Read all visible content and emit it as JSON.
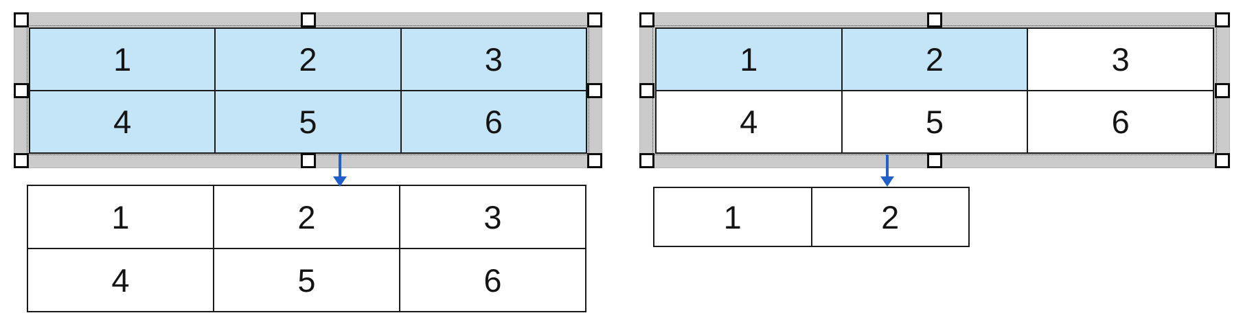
{
  "colors": {
    "selection_fill": "#c3e5f7",
    "frame_gray": "#cbcbcb",
    "table_border": "#1a1a1a",
    "arrow_blue": "#2160c9",
    "handle_fill": "#ffffff",
    "background": "#ffffff"
  },
  "selection_handles": [
    "top-left",
    "top-center",
    "top-right",
    "middle-left",
    "middle-right",
    "bottom-left",
    "bottom-center",
    "bottom-right"
  ],
  "left_group": {
    "source_table": {
      "state": "selected",
      "rows": [
        [
          "1",
          "2",
          "3"
        ],
        [
          "4",
          "5",
          "6"
        ]
      ],
      "selection": [
        [
          true,
          true,
          true
        ],
        [
          true,
          true,
          true
        ]
      ]
    },
    "result_table": {
      "rows": [
        [
          "1",
          "2",
          "3"
        ],
        [
          "4",
          "5",
          "6"
        ]
      ]
    }
  },
  "right_group": {
    "source_table": {
      "state": "selected",
      "rows": [
        [
          "1",
          "2",
          "3"
        ],
        [
          "4",
          "5",
          "6"
        ]
      ],
      "selection": [
        [
          true,
          true,
          false
        ],
        [
          false,
          false,
          false
        ]
      ]
    },
    "result_table": {
      "rows": [
        [
          "1",
          "2"
        ]
      ]
    }
  }
}
